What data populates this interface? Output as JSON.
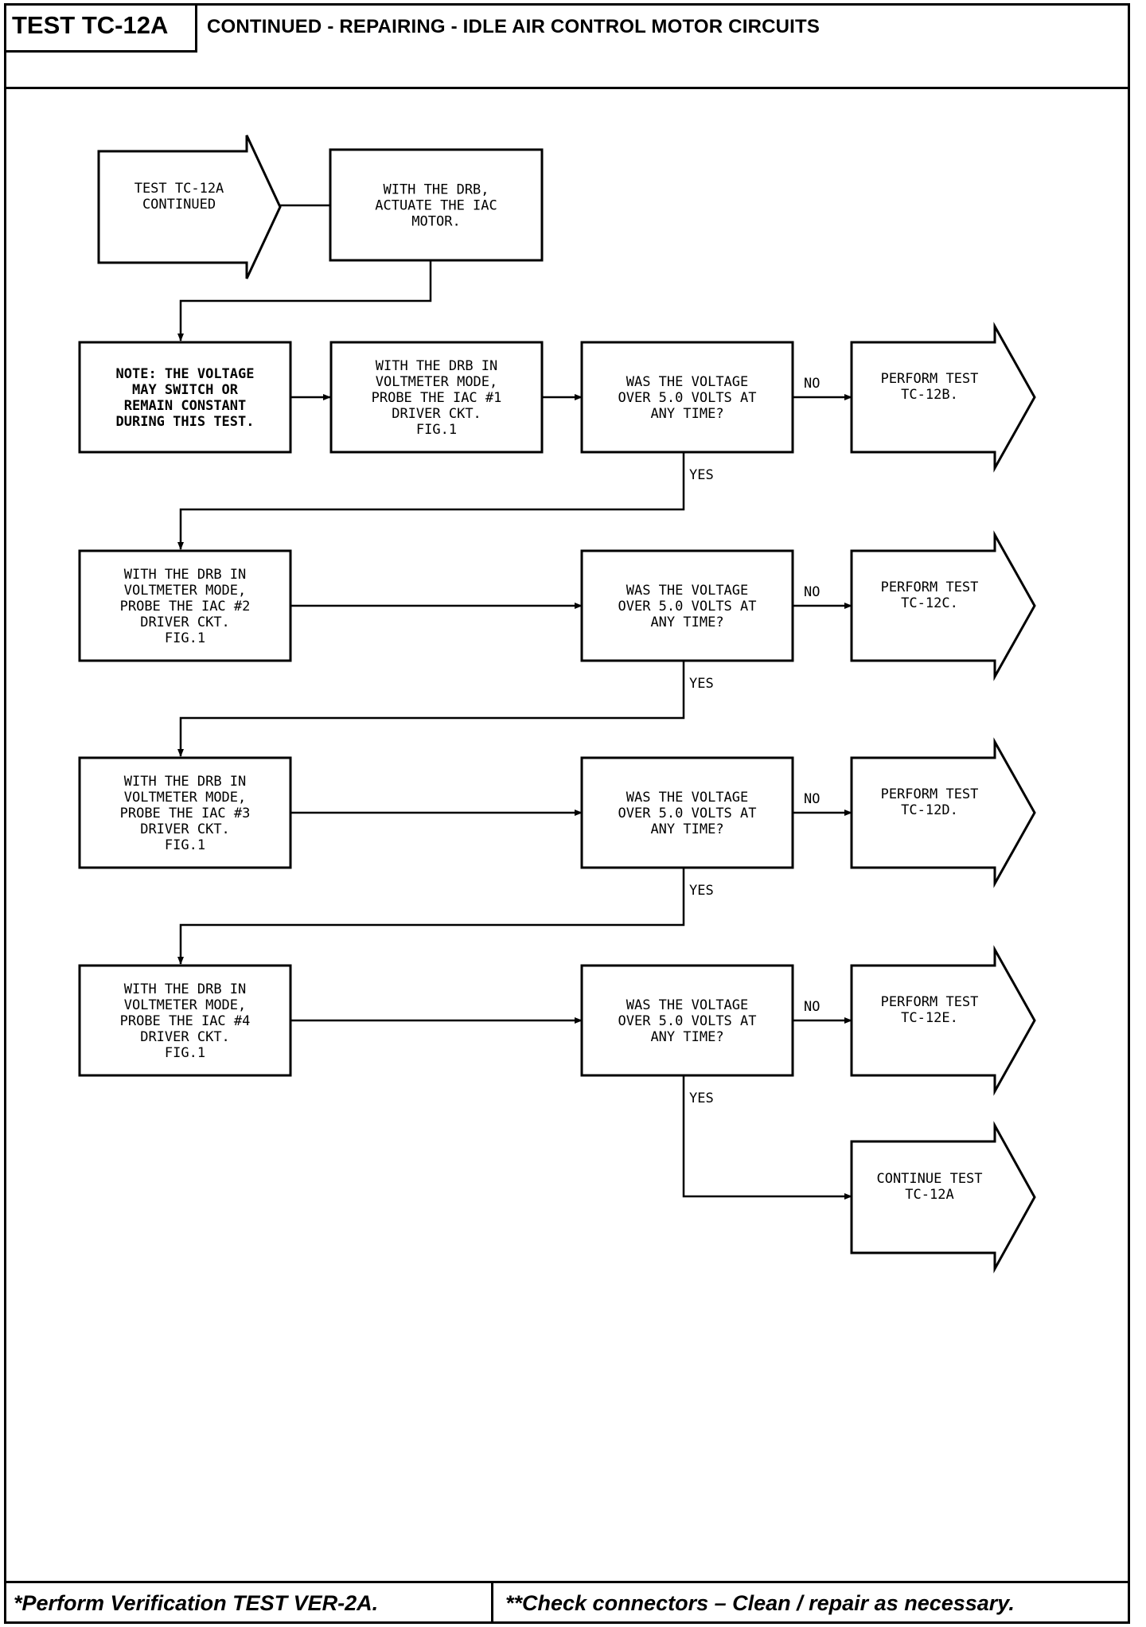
{
  "header": {
    "test_id": "TEST TC-12A",
    "title": "CONTINUED - REPAIRING - IDLE AIR CONTROL MOTOR CIRCUITS"
  },
  "flowchart": {
    "start": [
      "TEST TC-12A",
      "CONTINUED"
    ],
    "actuate": [
      "WITH THE DRB,",
      "ACTUATE THE IAC",
      "MOTOR."
    ],
    "note": [
      "NOTE: THE VOLTAGE",
      "MAY SWITCH OR",
      "REMAIN CONSTANT",
      "DURING THIS TEST."
    ],
    "probes": [
      [
        "WITH THE DRB IN",
        "VOLTMETER MODE,",
        "PROBE THE IAC #1",
        "DRIVER CKT.",
        "FIG.1"
      ],
      [
        "WITH THE DRB IN",
        "VOLTMETER MODE,",
        "PROBE THE IAC #2",
        "DRIVER CKT.",
        "FIG.1"
      ],
      [
        "WITH THE DRB IN",
        "VOLTMETER MODE,",
        "PROBE THE IAC #3",
        "DRIVER CKT.",
        "FIG.1"
      ],
      [
        "WITH THE DRB IN",
        "VOLTMETER MODE,",
        "PROBE THE IAC #4",
        "DRIVER CKT.",
        "FIG.1"
      ]
    ],
    "question": [
      "WAS THE VOLTAGE",
      "OVER 5.0 VOLTS AT",
      "ANY TIME?"
    ],
    "outcomes": [
      [
        "PERFORM TEST",
        "TC-12B."
      ],
      [
        "PERFORM TEST",
        "TC-12C."
      ],
      [
        "PERFORM TEST",
        "TC-12D."
      ],
      [
        "PERFORM TEST",
        "TC-12E."
      ]
    ],
    "final": [
      "CONTINUE TEST",
      "TC-12A"
    ],
    "no_label": "NO",
    "yes_label": "YES"
  },
  "footer": {
    "left_note": "*Perform Verification TEST VER-2A.",
    "right_note": "**Check connectors – Clean / repair as necessary."
  }
}
